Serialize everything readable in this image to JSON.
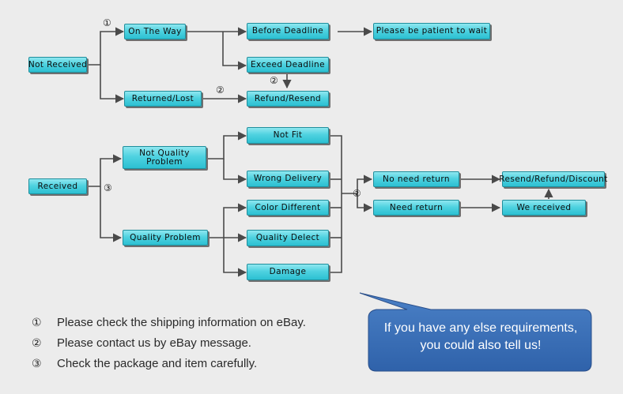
{
  "nodes": {
    "not_received": "Not Received",
    "on_the_way": "On The Way",
    "returned_lost": "Returned/Lost",
    "before_deadline": "Before Deadline",
    "exceed_deadline": "Exceed Deadline",
    "refund_resend": "Refund/Resend",
    "be_patient": "Please be patient to wait",
    "received": "Received",
    "not_quality_problem": "Not  Quality Problem",
    "quality_problem": "Quality Problem",
    "not_fit": "Not Fit",
    "wrong_delivery": "Wrong Delivery",
    "color_different": "Color Different",
    "quality_defect": "Quality Delect",
    "damage": "Damage",
    "no_need_return": "No need return",
    "need_return": "Need return",
    "resend_refund_discount": "Resend/Refund/Discount",
    "we_received": "We received"
  },
  "markers": {
    "one": "①",
    "two": "②",
    "three": "③"
  },
  "legend": [
    {
      "num": "①",
      "text": "Please check the shipping information on eBay."
    },
    {
      "num": "②",
      "text": "Please contact us by eBay message."
    },
    {
      "num": "③",
      "text": "Check the package and item carefully."
    }
  ],
  "bubble": {
    "line1": "If you have any else requirements,",
    "line2": "you could also tell us!",
    "fill": "#3a6eb5"
  },
  "colors": {
    "box_top": "#8fe7f0",
    "box_bottom": "#2cc0d2",
    "connector": "#4a4a4a",
    "background": "#ececec"
  }
}
